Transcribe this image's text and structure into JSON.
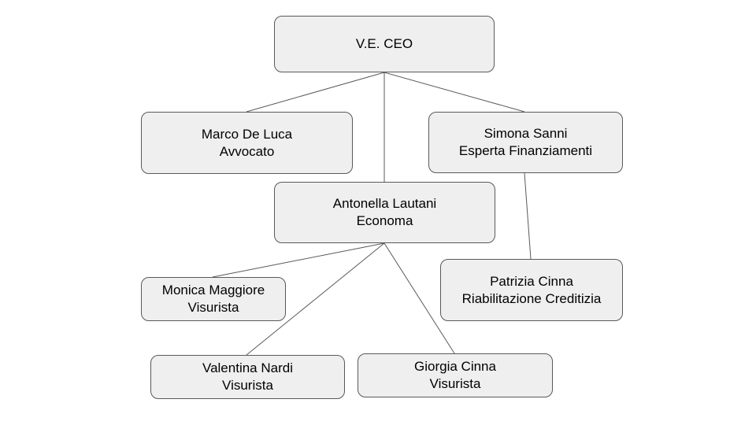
{
  "colors": {
    "box_fill": "#efefef",
    "box_border": "#595959",
    "connector": "#595959",
    "text": "#000000",
    "background": "#ffffff"
  },
  "nodes": {
    "ceo": {
      "lines": [
        "V.E. CEO"
      ]
    },
    "marco": {
      "lines": [
        "Marco De Luca",
        "Avvocato"
      ]
    },
    "simona": {
      "lines": [
        "Simona Sanni",
        "Esperta Finanziamenti"
      ]
    },
    "antonella": {
      "lines": [
        "Antonella Lautani",
        "Economa"
      ]
    },
    "monica": {
      "lines": [
        "Monica Maggiore",
        "Visurista"
      ]
    },
    "patrizia": {
      "lines": [
        "Patrizia Cinna",
        "Riabilitazione Creditizia"
      ]
    },
    "valentina": {
      "lines": [
        "Valentina Nardi",
        "Visurista"
      ]
    },
    "giorgia": {
      "lines": [
        "Giorgia Cinna",
        "Visurista"
      ]
    }
  },
  "edges": [
    {
      "from": "ceo",
      "to": "marco"
    },
    {
      "from": "ceo",
      "to": "antonella"
    },
    {
      "from": "ceo",
      "to": "simona"
    },
    {
      "from": "simona",
      "to": "patrizia"
    },
    {
      "from": "antonella",
      "to": "monica"
    },
    {
      "from": "antonella",
      "to": "valentina"
    },
    {
      "from": "antonella",
      "to": "giorgia"
    }
  ]
}
